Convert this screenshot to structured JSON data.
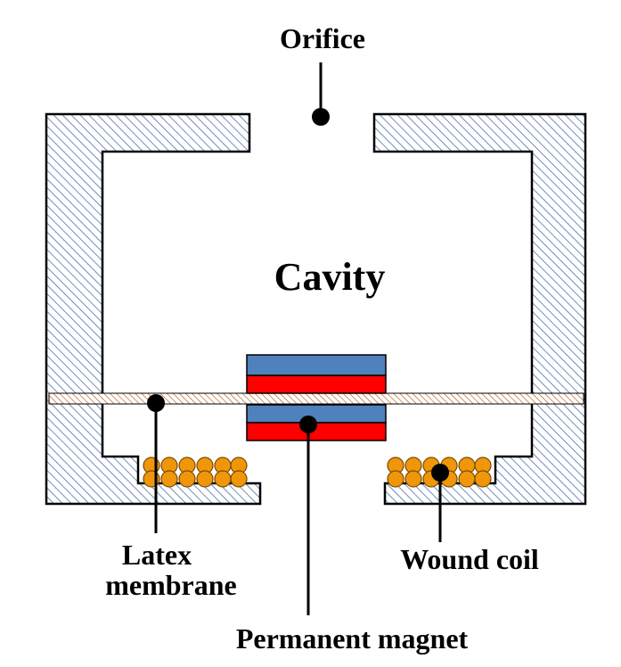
{
  "labels": {
    "orifice": "Orifice",
    "cavity": "Cavity",
    "latex_line1": "Latex",
    "latex_line2": "membrane",
    "wound_coil": "Wound coil",
    "permanent_magnet": "Permanent magnet"
  },
  "colors": {
    "outline": "#000000",
    "hatch": "#3b5f9e",
    "membrane_hatch": "#b05a1a",
    "magnet_blue": "#4f81bd",
    "magnet_red": "#ff0000",
    "coil_fill": "#f0960a",
    "coil_stroke": "#7a4a00"
  }
}
